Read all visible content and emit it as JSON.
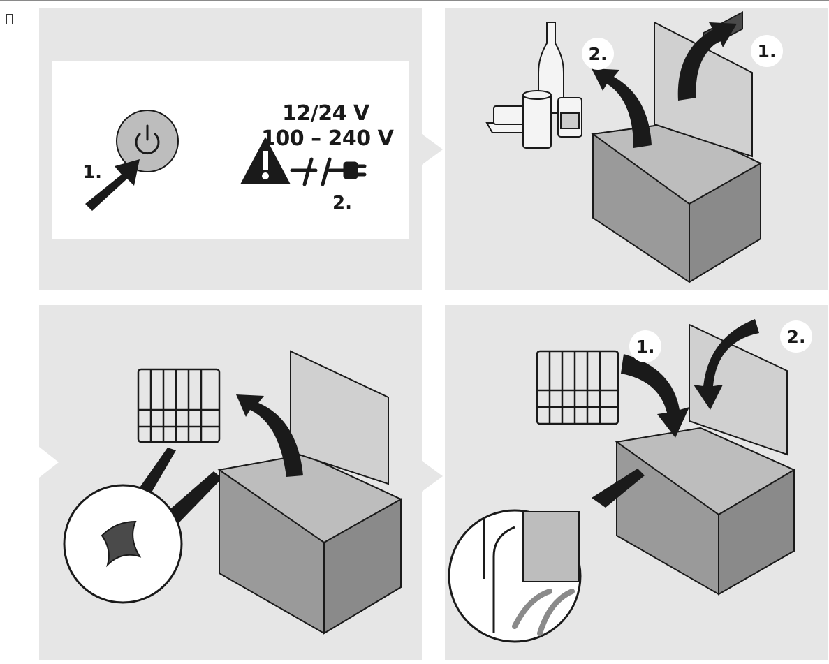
{
  "panels": {
    "power": {
      "step1": "1.",
      "step2": "2.",
      "voltage_dc": "12/24 V",
      "voltage_ac": "100 – 240 V"
    },
    "loading": {
      "step1": "1.",
      "step2": "2."
    },
    "basket": {},
    "closing": {
      "step1": "1.",
      "step2": "2."
    }
  },
  "icons": [
    "power-button-icon",
    "warning-triangle-icon",
    "dc-plug-icon",
    "ac-plug-icon",
    "arrow-icon"
  ],
  "colors": {
    "panel_bg": "#e6e6e6",
    "ink": "#1a1a1a",
    "device_gray": "#9a9a9a"
  }
}
